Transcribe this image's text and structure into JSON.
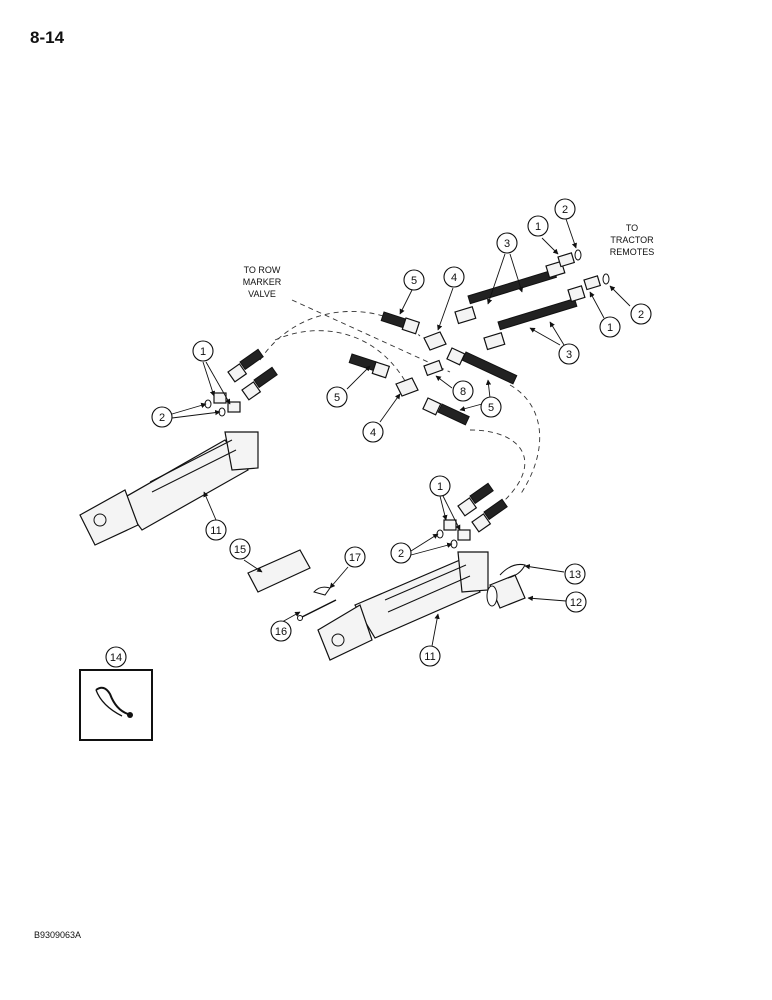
{
  "page_number": "8-14",
  "figure_code": "B9309063A",
  "annotations": {
    "to_tractor": [
      "TO",
      "TRACTOR",
      "REMOTES"
    ],
    "to_row_marker": [
      "TO ROW",
      "MARKER",
      "VALVE"
    ]
  },
  "callouts": {
    "c1": "1",
    "c2": "2",
    "c3": "3",
    "c4": "4",
    "c5": "5",
    "c8": "8",
    "c11": "11",
    "c12": "12",
    "c13": "13",
    "c14": "14",
    "c15": "15",
    "c16": "16",
    "c17": "17"
  }
}
